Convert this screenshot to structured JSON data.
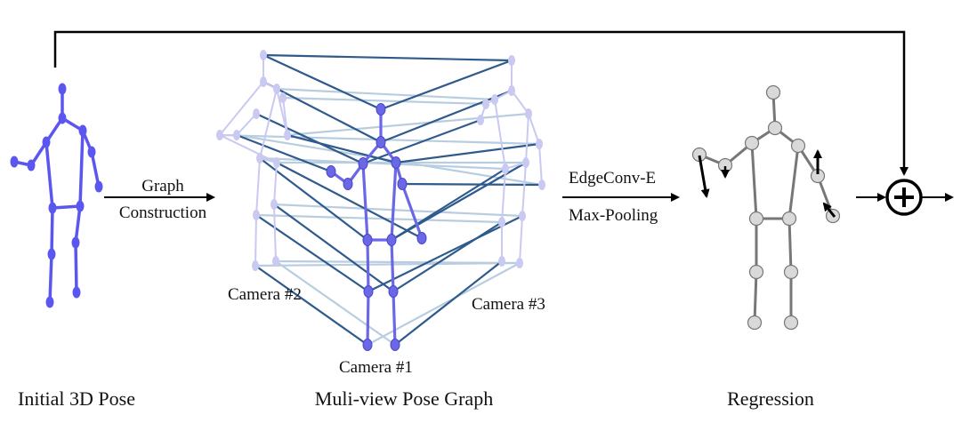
{
  "captions": {
    "initial": "Initial 3D Pose",
    "graph": "Muli-view Pose Graph",
    "regression": "Regression"
  },
  "arrows": {
    "graph_line1": "Graph",
    "graph_line2": "Construction",
    "edgeconv": "EdgeConv-E",
    "maxpool": "Max-Pooling"
  },
  "cameras": {
    "cam1": "Camera #1",
    "cam2": "Camera #2",
    "cam3": "Camera #3"
  },
  "colors": {
    "initial_pose": "#5b56f0",
    "camera1": "#6a68e6",
    "camera2": "#c9c9f2",
    "camera3": "#c9c9f2",
    "cross_edge_dark": "#2e5a8c",
    "cross_edge_light": "#b9cde0",
    "regression_joint": "#d9d9d9",
    "regression_bone": "#777777",
    "arrow": "#000000"
  },
  "icons": {
    "sum": "circled-plus-icon"
  }
}
